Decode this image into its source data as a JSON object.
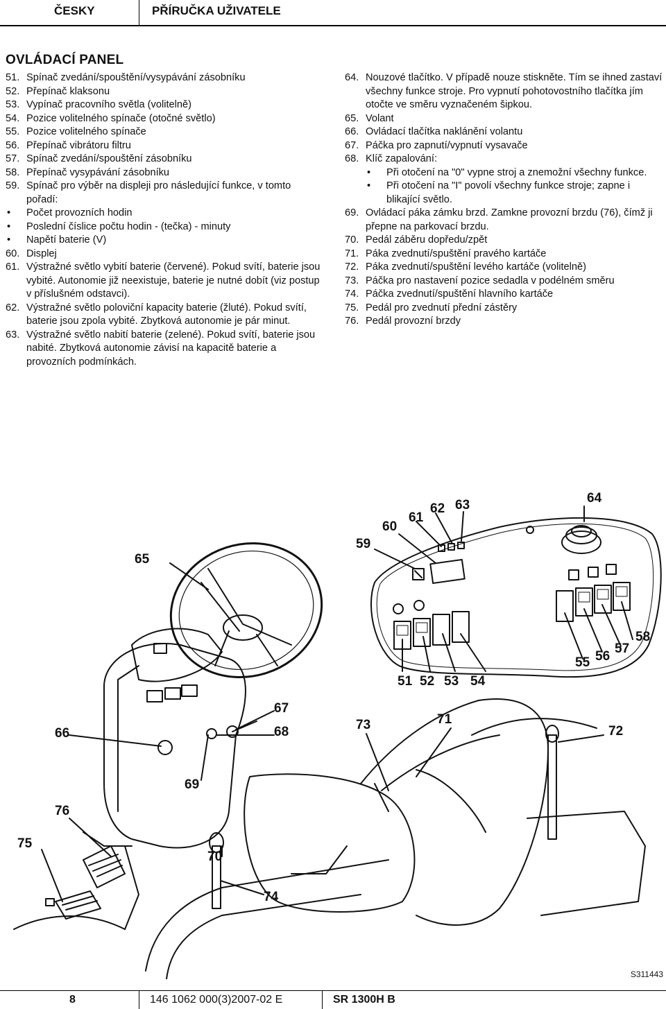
{
  "header": {
    "language": "ČESKY",
    "document": "PŘÍRUČKA UŽIVATELE"
  },
  "section_title": "OVLÁDACÍ PANEL",
  "left_items": [
    {
      "num": "51.",
      "text": "Spínač zvedání/spouštění/vysypávání zásobníku"
    },
    {
      "num": "52.",
      "text": "Přepínač klaksonu"
    },
    {
      "num": "53.",
      "text": "Vypínač pracovního světla (volitelně)"
    },
    {
      "num": "54.",
      "text": "Pozice volitelného spínače (otočné světlo)"
    },
    {
      "num": "55.",
      "text": "Pozice volitelného spínače"
    },
    {
      "num": "56.",
      "text": "Přepínač vibrátoru filtru"
    },
    {
      "num": "57.",
      "text": "Spínač zvedání/spouštění zásobníku"
    },
    {
      "num": "58.",
      "text": "Přepínač vysypávání zásobníku"
    },
    {
      "num": "59.",
      "text": "Spínač pro výběr na displeji pro následující funkce, v tomto pořadí:"
    }
  ],
  "left_bullets": [
    "Počet provozních hodin",
    "Poslední číslice počtu hodin - (tečka) - minuty",
    "Napětí baterie (V)"
  ],
  "left_items_2": [
    {
      "num": "60.",
      "text": "Displej"
    },
    {
      "num": "61.",
      "text": "Výstražné světlo vybití baterie (červené). Pokud svítí, baterie jsou vybité. Autonomie již neexistuje, baterie je nutné dobít (viz postup v příslušném odstavci)."
    },
    {
      "num": "62.",
      "text": "Výstražné světlo poloviční kapacity baterie (žluté). Pokud svítí, baterie jsou zpola vybité. Zbytková autonomie je pár minut."
    },
    {
      "num": "63.",
      "text": "Výstražné světlo nabití baterie (zelené). Pokud svítí, baterie jsou nabité. Zbytková autonomie závisí na kapacitě baterie a provozních podmínkách."
    }
  ],
  "right_items": [
    {
      "num": "64.",
      "text": "Nouzové tlačítko. V případě nouze stiskněte. Tím se ihned zastaví všechny funkce stroje. Pro vypnutí pohotovostního tlačítka jím otočte ve směru vyznačeném šipkou."
    },
    {
      "num": "65.",
      "text": "Volant"
    },
    {
      "num": "66.",
      "text": "Ovládací tlačítka naklánění volantu"
    },
    {
      "num": "67.",
      "text": "Páčka pro zapnutí/vypnutí vysavače"
    },
    {
      "num": "68.",
      "text": "Klíč zapalování:"
    }
  ],
  "right_bullets": [
    "Při otočení na \"0\" vypne stroj a znemožní všechny funkce.",
    "Při otočení na \"I\" povolí všechny funkce stroje; zapne i blikající světlo."
  ],
  "right_items_2": [
    {
      "num": "69.",
      "text": "Ovládací páka zámku brzd. Zamkne provozní brzdu (76), čímž ji přepne na parkovací brzdu."
    },
    {
      "num": "70.",
      "text": "Pedál záběru dopředu/zpět"
    },
    {
      "num": "71.",
      "text": "Páka zvednutí/spuštění pravého kartáče"
    },
    {
      "num": "72.",
      "text": "Páka zvednutí/spuštění levého kartáče (volitelně)"
    },
    {
      "num": "73.",
      "text": "Páčka pro nastavení pozice sedadla v podélném směru"
    },
    {
      "num": "74.",
      "text": "Páčka zvednutí/spuštění hlavního kartáče"
    },
    {
      "num": "75.",
      "text": "Pedál pro zvednutí přední zástěry"
    },
    {
      "num": "76.",
      "text": "Pedál provozní brzdy"
    }
  ],
  "figure": {
    "callouts": [
      "64",
      "63",
      "62",
      "61",
      "60",
      "59",
      "65",
      "58",
      "57",
      "56",
      "55",
      "51",
      "52",
      "53",
      "54",
      "67",
      "68",
      "66",
      "73",
      "71",
      "72",
      "69",
      "76",
      "75",
      "70",
      "74"
    ],
    "code": "S311443"
  },
  "footer": {
    "page": "8",
    "doc_number": "146 1062 000(3)2007-02 E",
    "model": "SR 1300H B"
  }
}
